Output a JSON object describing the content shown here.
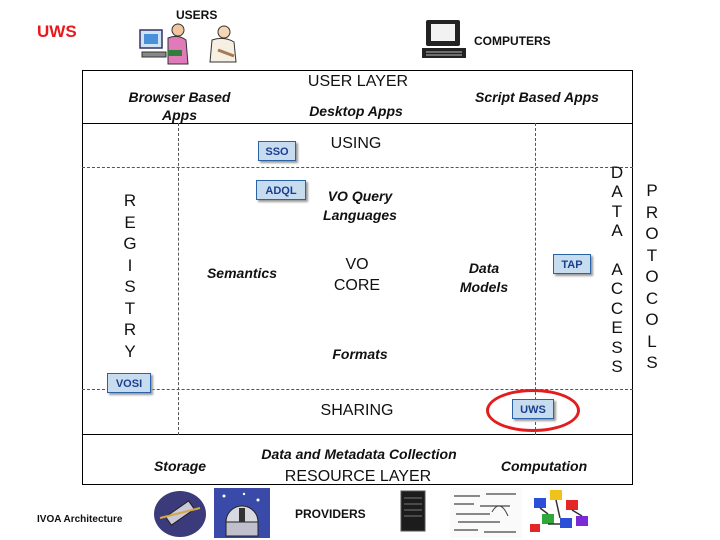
{
  "slide_title": "UWS",
  "users_label": "USERS",
  "computers_label": "COMPUTERS",
  "providers_label": "PROVIDERS",
  "footer_label": "IVOA Architecture",
  "user_layer": {
    "title": "USER LAYER",
    "browser": "Browser Based Apps",
    "desktop": "Desktop Apps",
    "script": "Script Based Apps"
  },
  "using": "USING",
  "sharing": "SHARING",
  "core": {
    "vo_core": "VO CORE",
    "query_langs": "VO Query Languages",
    "semantics": "Semantics",
    "data_models": "Data Models",
    "formats": "Formats"
  },
  "registry": "REGISTRY",
  "data_access": "DATA ACCESS",
  "protocols": "PROTOCOLS",
  "tags": {
    "sso": "SSO",
    "adql": "ADQL",
    "tap": "TAP",
    "vosi": "VOSI",
    "uws": "UWS"
  },
  "resource_layer": {
    "collection": "Data and Metadata Collection",
    "storage": "Storage",
    "title": "RESOURCE LAYER",
    "computation": "Computation"
  },
  "colors": {
    "title": "#e8191d",
    "highlight_ring": "#e31d1d",
    "tag_fill": "#c8dcef",
    "tag_border": "#2a63a8"
  }
}
